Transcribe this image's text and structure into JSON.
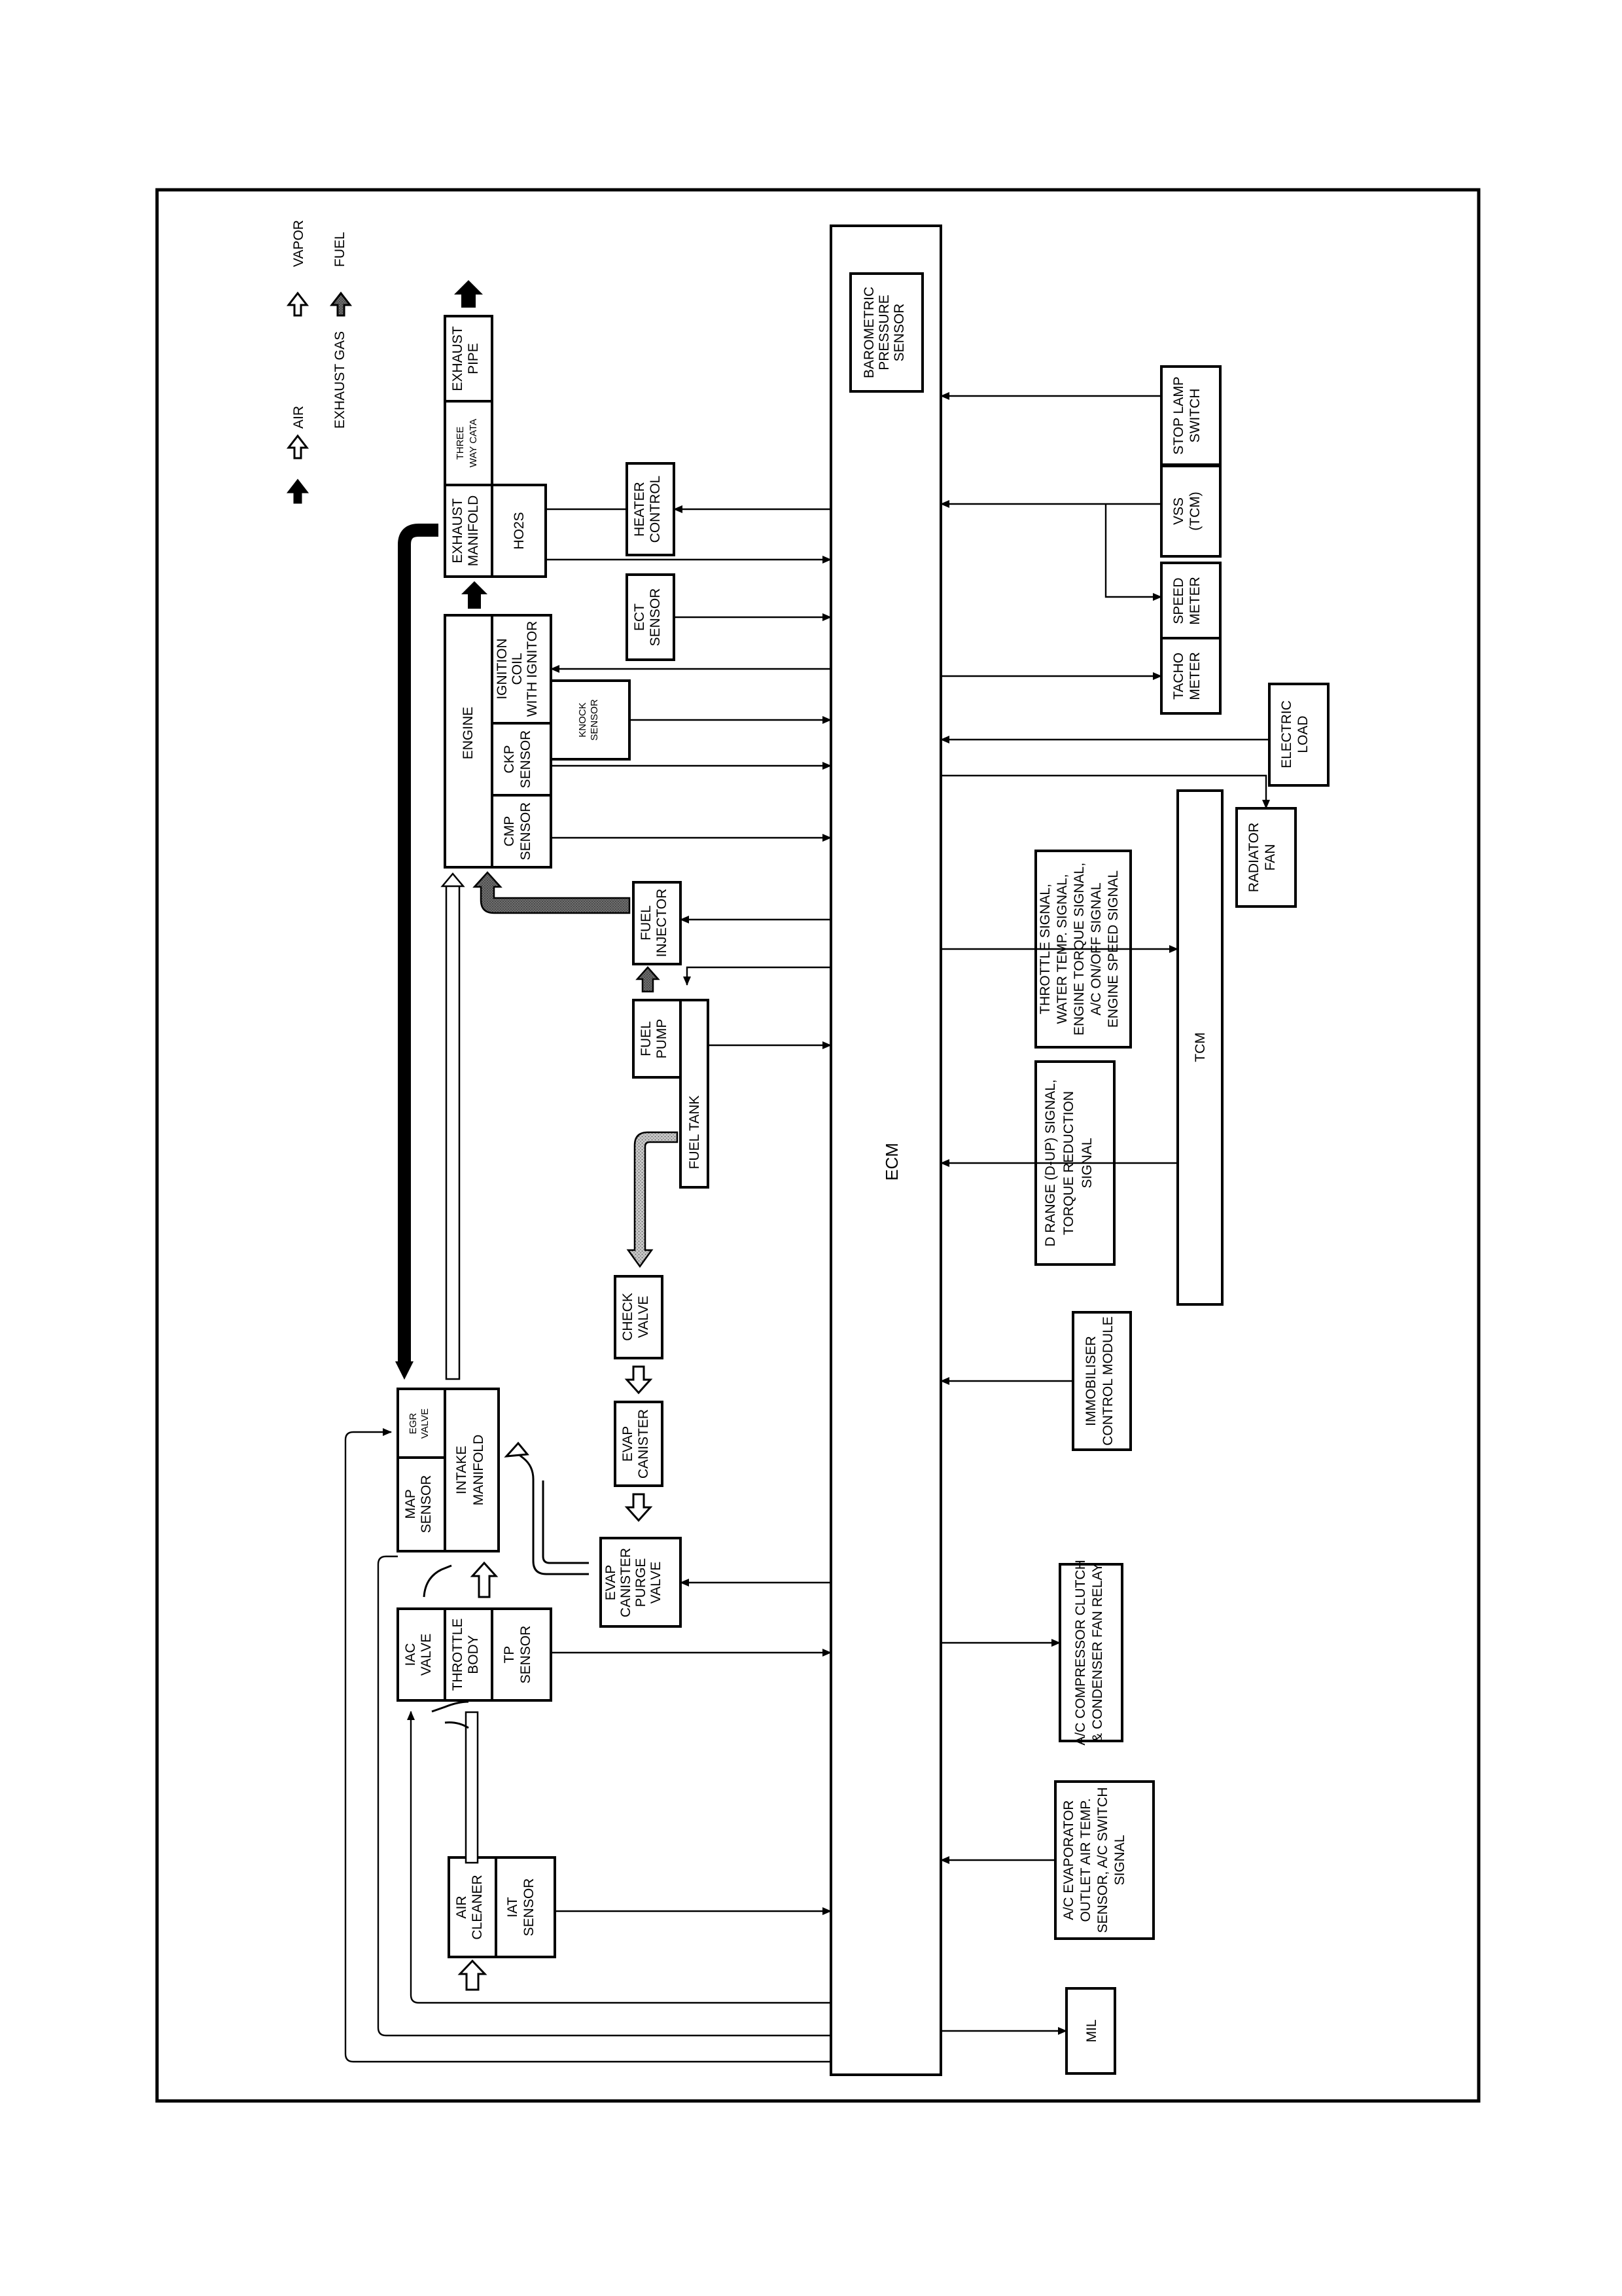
{
  "legend": {
    "air": "AIR",
    "vapor": "VAPOR",
    "exhaust_gas": "EXHAUST GAS",
    "fuel": "FUEL"
  },
  "ecm": {
    "label": "ECM",
    "barometric": [
      "BAROMETRIC",
      "PRESSURE",
      "SENSOR"
    ]
  },
  "components": {
    "exhaust_pipe": [
      "EXHAUST",
      "PIPE"
    ],
    "three_way_cat": [
      "THREE",
      "WAY CATA"
    ],
    "exhaust_manifold": [
      "EXHAUST",
      "MANIFOLD"
    ],
    "ho2s": [
      "HO2S"
    ],
    "engine": [
      "ENGINE"
    ],
    "ignition_coil": [
      "IGNITION",
      "COIL",
      "WITH IGNITOR"
    ],
    "ckp_sensor": [
      "CKP",
      "SENSOR"
    ],
    "cmp_sensor": [
      "CMP",
      "SENSOR"
    ],
    "knock_sensor": [
      "KNOCK",
      "SENSOR"
    ],
    "heater_control": [
      "HEATER",
      "CONTROL"
    ],
    "ect_sensor": [
      "ECT",
      "SENSOR"
    ],
    "fuel_injector": [
      "FUEL",
      "INJECTOR"
    ],
    "fuel_pump": [
      "FUEL",
      "PUMP"
    ],
    "fuel_tank": [
      "FUEL  TANK"
    ],
    "check_valve": [
      "CHECK",
      "VALVE"
    ],
    "evap_canister": [
      "EVAP",
      "CANISTER"
    ],
    "evap_purge_valve": [
      "EVAP",
      "CANISTER",
      "PURGE",
      "VALVE"
    ],
    "egr_valve": [
      "EGR",
      "VALVE"
    ],
    "map_sensor": [
      "MAP",
      "SENSOR"
    ],
    "intake_manifold": [
      "INTAKE",
      "MANIFOLD"
    ],
    "iac_valve": [
      "IAC",
      "VALVE"
    ],
    "throttle_body": [
      "THROTTLE",
      "BODY"
    ],
    "tp_sensor": [
      "TP",
      "SENSOR"
    ],
    "air_cleaner": [
      "AIR",
      "CLEANER"
    ],
    "iat_sensor": [
      "IAT",
      "SENSOR"
    ],
    "stop_lamp_switch": [
      "STOP LAMP",
      "SWITCH"
    ],
    "vss": [
      "VSS",
      "(TCM)"
    ],
    "speed_meter": [
      "SPEED",
      "METER"
    ],
    "tacho_meter": [
      "TACHO",
      "METER"
    ],
    "electric_load": [
      "ELECTRIC",
      "LOAD"
    ],
    "radiator_fan": [
      "RADIATOR",
      "FAN"
    ],
    "tcm": [
      "TCM"
    ],
    "tcm_signals": [
      "THROTTLE SIGNAL,",
      "WATER TEMP. SIGNAL,",
      "ENGINE TORQUE SIGNAL,",
      "A/C ON/OFF SIGNAL",
      "ENGINE SPEED SIGNAL"
    ],
    "d_range_signals": [
      "D RANGE (D-UP) SIGNAL,",
      "TORQUE REDUCTION",
      "SIGNAL"
    ],
    "immobiliser": [
      "IMMOBILISER",
      "CONTROL MODULE"
    ],
    "ac_compressor": [
      "A/C COMPRESSOR CLUTCH",
      "& CONDENSER FAN RELAY"
    ],
    "ac_evaporator": [
      "A/C EVAPORATOR",
      "OUTLET AIR TEMP.",
      "SENSOR, A/C SWITCH",
      "SIGNAL"
    ],
    "mil": [
      "MIL"
    ]
  }
}
